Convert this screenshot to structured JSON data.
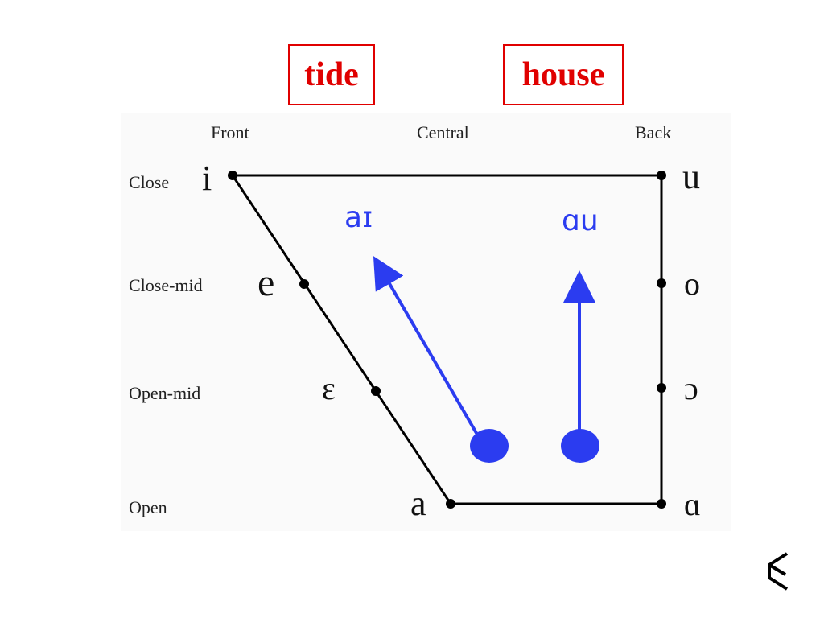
{
  "boxes": {
    "left": "tide",
    "right": "house"
  },
  "columns": {
    "front": "Front",
    "central": "Central",
    "back": "Back"
  },
  "rows": {
    "close": "Close",
    "close_mid": "Close-mid",
    "open_mid": "Open-mid",
    "open": "Open"
  },
  "vowels": {
    "i": "i",
    "e": "e",
    "epsilon": "ɛ",
    "a": "a",
    "u": "u",
    "o": "o",
    "open_o": "ɔ",
    "alpha": "ɑ"
  },
  "diphthongs": {
    "ai": "aɪ",
    "au": "ɑu"
  },
  "colors": {
    "box": "#e00000",
    "arrow": "#2b3cf0",
    "line": "#000000"
  },
  "icons": {
    "nav": "return-arrow-icon"
  }
}
